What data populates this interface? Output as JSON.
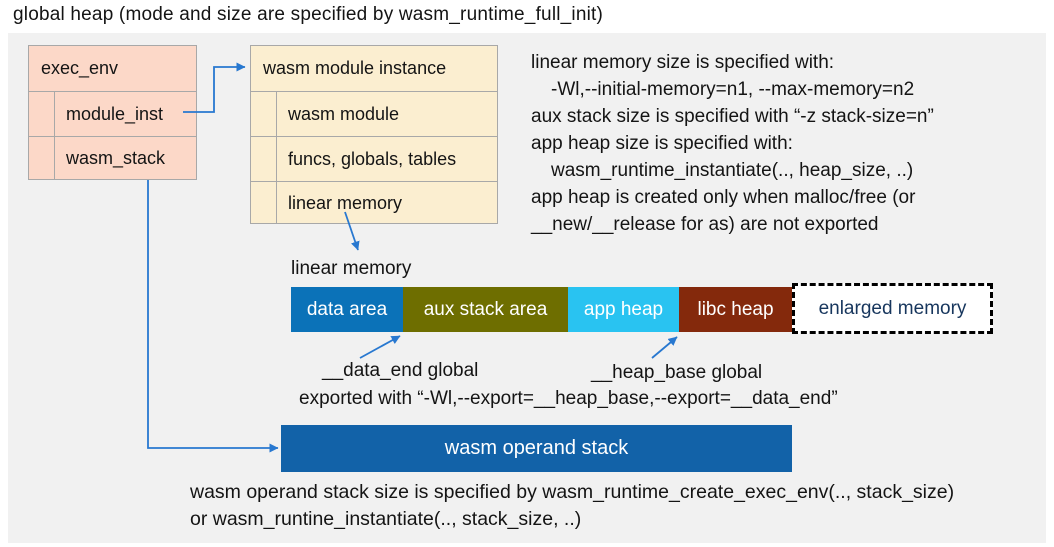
{
  "title": "global heap (mode and size are specified by wasm_runtime_full_init)",
  "exec_env": {
    "header": "exec_env",
    "rows": [
      "module_inst",
      "wasm_stack"
    ]
  },
  "module_instance": {
    "header": "wasm module instance",
    "rows": [
      "wasm module",
      "funcs, globals, tables",
      "linear memory"
    ]
  },
  "notes_right": {
    "lines": [
      "linear memory size is specified with:",
      "-Wl,--initial-memory=n1, --max-memory=n2",
      "aux stack size is specified with “-z stack-size=n”",
      "app heap size is specified with:",
      "wasm_runtime_instantiate(.., heap_size, ..)",
      "app heap is created only when malloc/free (or",
      "__new/__release for as) are not exported"
    ]
  },
  "linear_memory": {
    "label": "linear memory",
    "segments": [
      {
        "label": "data area",
        "color": "#0B72B8"
      },
      {
        "label": "aux stack area",
        "color": "#6E6E00"
      },
      {
        "label": "app heap",
        "color": "#29C3F1"
      },
      {
        "label": "libc heap",
        "color": "#84290C"
      }
    ],
    "enlarged_label": "enlarged memory",
    "enlarged_text_color": "#17365D"
  },
  "annotations": {
    "data_end": "__data_end global",
    "heap_base": "__heap_base global",
    "exported": "exported with “-Wl,--export=__heap_base,--export=__data_end”"
  },
  "operand_stack": {
    "label": "wasm operand stack",
    "color": "#1262A8"
  },
  "notes_bottom": {
    "lines": [
      "wasm operand stack size is specified by wasm_runtime_create_exec_env(.., stack_size)",
      "or wasm_runtine_instantiate(.., stack_size, ..)"
    ]
  },
  "colors": {
    "panel_bg": "#F1F1F1",
    "exec_env_fill": "#FCD8C8",
    "instance_fill": "#FBEED0",
    "box_border": "#A8A8A8",
    "connector": "#2878D0"
  }
}
